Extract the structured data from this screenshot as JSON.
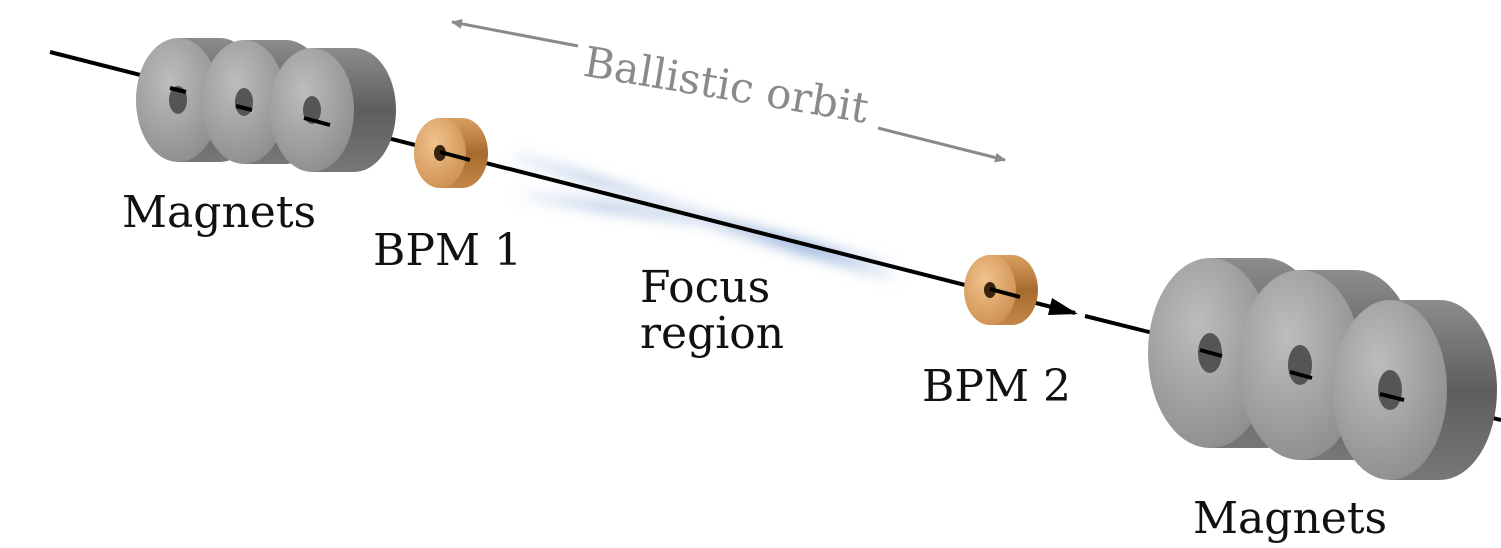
{
  "labels": {
    "magnets_left": "Magnets",
    "magnets_right": "Magnets",
    "bpm1": "BPM 1",
    "bpm2": "BPM 2",
    "focus_line1": "Focus",
    "focus_line2": "region",
    "ballistic_orbit": "Ballistic orbit"
  },
  "colors": {
    "beam": "#000000",
    "magnet_face": "#9d9d9d",
    "magnet_side": "#6f6f6f",
    "bpm": "#c98a45",
    "focus_glow": "#6f95cc",
    "annotation": "#8a8a8a"
  }
}
